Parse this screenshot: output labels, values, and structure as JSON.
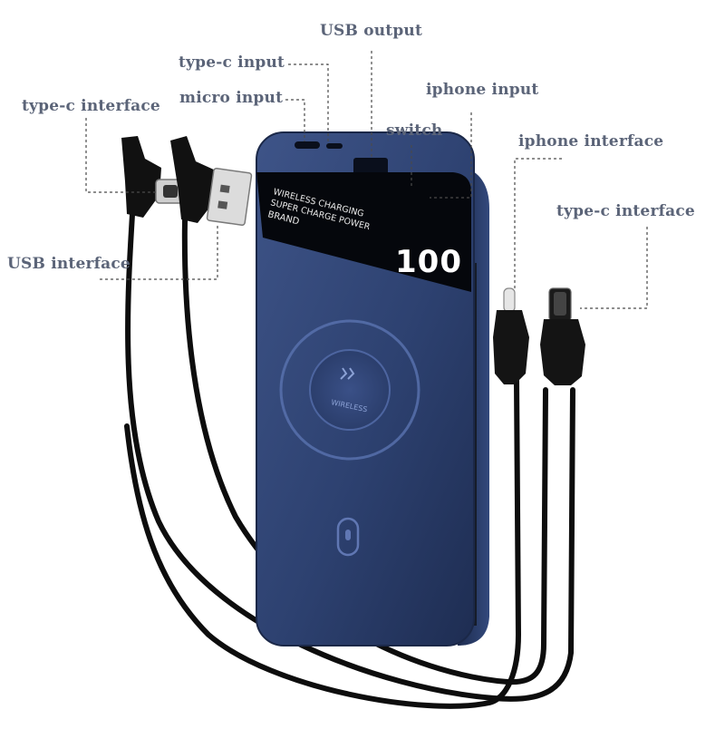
{
  "labels": {
    "usb_output": "USB output",
    "typec_input": "type-c input",
    "micro_input": "micro input",
    "iphone_input": "iphone input",
    "switch": "switch",
    "iphone_interface": "iphone interface",
    "typec_interface_left": "type-c interface",
    "typec_interface_right": "type-c interface",
    "usb_interface": "USB interface"
  },
  "device": {
    "screen_lines": [
      "WIRELESS CHARGING",
      "SUPER CHARGE POWER",
      "BRAND"
    ],
    "display_value": "100",
    "pad_label": "WIRELESS",
    "color": "#2c3f6e"
  },
  "colors": {
    "label_text": "#5b6478",
    "leader_line": "#4a4a4a",
    "cable": "#0d0d0d",
    "body": "#2c3f6e",
    "screen": "#05070c"
  }
}
